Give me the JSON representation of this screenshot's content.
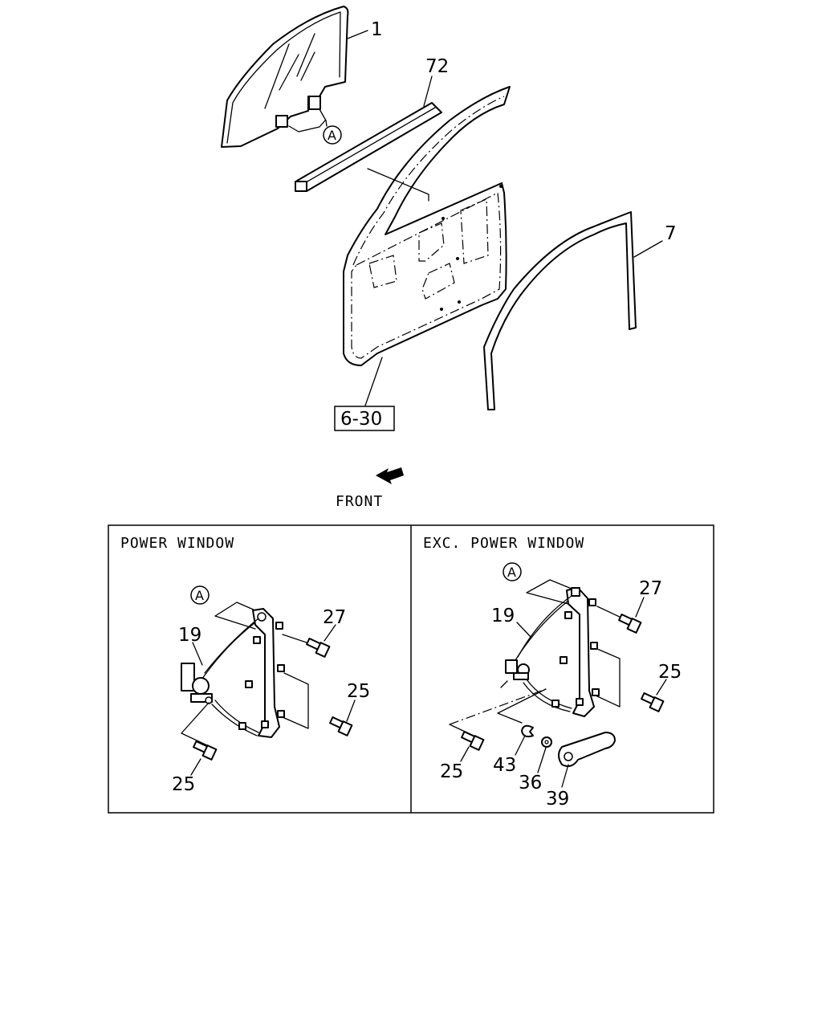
{
  "direction_label": "FRONT",
  "reference_box": "6-30",
  "main_callouts": {
    "glass": "1",
    "run_channel": "72",
    "weatherstrip": "7",
    "glass_clip_ref": "A"
  },
  "panels": [
    {
      "title": "POWER WINDOW",
      "ref_letter": "A",
      "callouts": {
        "cable": "19",
        "bolt_upper": "27",
        "bolt_right": "25",
        "bolt_lower": "25"
      }
    },
    {
      "title": "EXC. POWER WINDOW",
      "ref_letter": "A",
      "callouts": {
        "cable": "19",
        "bolt_upper": "27",
        "bolt_right": "25",
        "bolt_lower": "25",
        "clip": "43",
        "washer": "36",
        "handle": "39"
      }
    }
  ]
}
